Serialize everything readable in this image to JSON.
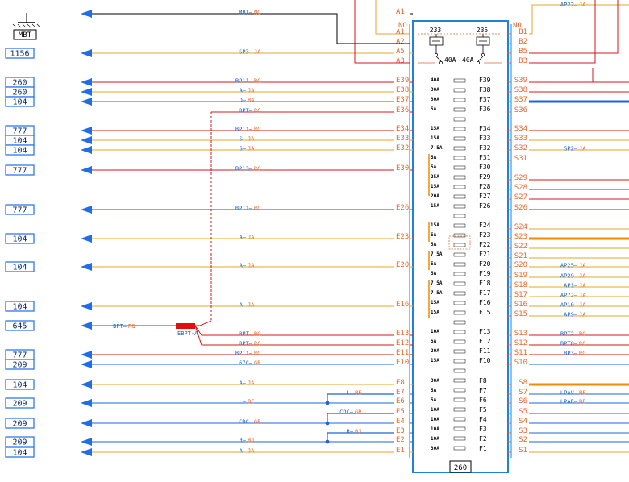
{
  "ground_label": "MBT",
  "left_conn_label": "NO",
  "right_conn_label": "NO",
  "box_label": "260",
  "relays": [
    "233",
    "235"
  ],
  "relay_amps": [
    "40A",
    "40A"
  ],
  "colors": {
    "JA": "#e3a829",
    "RG": "#d01818",
    "BE": "#1d64d8",
    "GR": "#1d64d8",
    "BA": "#1d64d8",
    "BJ": "#1d64d8",
    "NO": "#000000",
    "ORG": "#f08c00",
    "arrow": "#1e6ee8",
    "box": "#1e82dc",
    "pin": "#e6682d"
  },
  "left_refs": [
    {
      "text": "1156",
      "pos": 66
    },
    {
      "text": "260",
      "pos": 102
    },
    {
      "text": "260",
      "pos": 114
    },
    {
      "text": "104",
      "pos": 126
    },
    {
      "text": "777",
      "pos": 162
    },
    {
      "text": "104",
      "pos": 174
    },
    {
      "text": "104",
      "pos": 186
    },
    {
      "text": "777",
      "pos": 211
    },
    {
      "text": "777",
      "pos": 260
    },
    {
      "text": "104",
      "pos": 296
    },
    {
      "text": "104",
      "pos": 331
    },
    {
      "text": "104",
      "pos": 380
    },
    {
      "text": "645",
      "pos": 404
    },
    {
      "text": "777",
      "pos": 440
    },
    {
      "text": "209",
      "pos": 452
    },
    {
      "text": "104",
      "pos": 477
    },
    {
      "text": "209",
      "pos": 500
    },
    {
      "text": "209",
      "pos": 525
    },
    {
      "text": "209",
      "pos": 548
    },
    {
      "text": "104",
      "pos": 561
    }
  ],
  "left_wires": [
    {
      "pos": 17,
      "code": "MBT",
      "color": "NO",
      "pin": "A1",
      "stroke": "NO"
    },
    {
      "pos": 66,
      "code": "SP3",
      "color": "JA",
      "pin": "A5",
      "stroke": "JA"
    },
    {
      "pos": 102,
      "code": "BP11",
      "color": "RG",
      "pin": "E39",
      "stroke": "RG"
    },
    {
      "pos": 114,
      "code": "A",
      "color": "JA",
      "pin": "E38",
      "stroke": "JA"
    },
    {
      "pos": 126,
      "code": "D",
      "color": "BA",
      "pin": "E37",
      "stroke": "BA"
    },
    {
      "pos": 162,
      "code": "BP11",
      "color": "RG",
      "pin": "E34",
      "stroke": "RG"
    },
    {
      "pos": 174,
      "code": "S",
      "color": "JA",
      "pin": "E33",
      "stroke": "JA"
    },
    {
      "pos": 186,
      "code": "S",
      "color": "JA",
      "pin": "E32",
      "stroke": "JA"
    },
    {
      "pos": 211,
      "code": "BP13",
      "color": "RG",
      "pin": "E30",
      "stroke": "RG"
    },
    {
      "pos": 260,
      "code": "BP11",
      "color": "RG",
      "pin": "E26",
      "stroke": "RG"
    },
    {
      "pos": 296,
      "code": "A",
      "color": "JA",
      "pin": "E23",
      "stroke": "JA"
    },
    {
      "pos": 331,
      "code": "A",
      "color": "JA",
      "pin": "E20",
      "stroke": "JA"
    },
    {
      "pos": 380,
      "code": "A",
      "color": "JA",
      "pin": "E16",
      "stroke": "JA"
    },
    {
      "pos": 440,
      "code": "BP11",
      "color": "RG",
      "pin": "E11",
      "stroke": "RG"
    },
    {
      "pos": 452,
      "code": "67C",
      "color": "GR",
      "pin": "E10",
      "stroke": "GR"
    },
    {
      "pos": 477,
      "code": "A",
      "color": "JA",
      "pin": "E8",
      "stroke": "JA"
    },
    {
      "pos": 500,
      "code": "L",
      "color": "BE",
      "pin": "E6",
      "stroke": "BE"
    },
    {
      "pos": 525,
      "code": "CDC",
      "color": "GR",
      "pin": "E4",
      "stroke": "GR"
    },
    {
      "pos": 548,
      "code": "R",
      "color": "BJ",
      "pin": "E2",
      "stroke": "BJ"
    },
    {
      "pos": 561,
      "code": "A",
      "color": "JA",
      "pin": "E1",
      "stroke": "JA"
    }
  ],
  "bpt_wires": [
    {
      "pos": 139,
      "code": "BPT",
      "color": "RG",
      "pin": "E36"
    },
    {
      "pos": 416,
      "code": "BPT",
      "color": "RG",
      "pin": "E13"
    },
    {
      "pos": 428,
      "code": "BPT",
      "color": "RG",
      "pin": "E12"
    }
  ],
  "bpt_source": {
    "code": "BPT",
    "color": "RG",
    "splice": "EBPT-A"
  },
  "loop_wires": [
    {
      "pos": 489,
      "code": "L",
      "color": "BE",
      "pin": "E7"
    },
    {
      "pos": 513,
      "code": "CDC",
      "color": "GR",
      "pin": "E5"
    },
    {
      "pos": 537,
      "code": "R",
      "color": "BJ",
      "pin": "E3"
    }
  ],
  "upper_left_pins": [
    {
      "pin": "A2",
      "pos": 54
    },
    {
      "pin": "A3",
      "pos": 78
    }
  ],
  "right_pins": [
    {
      "pin": "B1",
      "pos": 42
    },
    {
      "pin": "B2",
      "pos": 54
    },
    {
      "pin": "B5",
      "pos": 66
    },
    {
      "pin": "B3",
      "pos": 78
    },
    {
      "pin": "S39",
      "pos": 102
    },
    {
      "pin": "S38",
      "pos": 114
    },
    {
      "pin": "S37",
      "pos": 126
    },
    {
      "pin": "S36",
      "pos": 139
    },
    {
      "pin": "S34",
      "pos": 162
    },
    {
      "pin": "S33",
      "pos": 174
    },
    {
      "pin": "S32",
      "pos": 186
    },
    {
      "pin": "S31",
      "pos": 199
    },
    {
      "pin": "S29",
      "pos": 223
    },
    {
      "pin": "S28",
      "pos": 235
    },
    {
      "pin": "S27",
      "pos": 247
    },
    {
      "pin": "S26",
      "pos": 260
    },
    {
      "pin": "S24",
      "pos": 284
    },
    {
      "pin": "S23",
      "pos": 296
    },
    {
      "pin": "S22",
      "pos": 308
    },
    {
      "pin": "S21",
      "pos": 320
    },
    {
      "pin": "S20",
      "pos": 331
    },
    {
      "pin": "S19",
      "pos": 344
    },
    {
      "pin": "S18",
      "pos": 356
    },
    {
      "pin": "S17",
      "pos": 368
    },
    {
      "pin": "S16",
      "pos": 380
    },
    {
      "pin": "S15",
      "pos": 392
    },
    {
      "pin": "S13",
      "pos": 416
    },
    {
      "pin": "S12",
      "pos": 428
    },
    {
      "pin": "S11",
      "pos": 440
    },
    {
      "pin": "S10",
      "pos": 452
    },
    {
      "pin": "S8",
      "pos": 477
    },
    {
      "pin": "S7",
      "pos": 489
    },
    {
      "pin": "S6",
      "pos": 500
    },
    {
      "pin": "S5",
      "pos": 513
    },
    {
      "pin": "S4",
      "pos": 525
    },
    {
      "pin": "S3",
      "pos": 537
    },
    {
      "pin": "S2",
      "pos": 548
    },
    {
      "pin": "S1",
      "pos": 561
    }
  ],
  "right_wires": [
    {
      "pos": 186,
      "code": "SP2",
      "color": "JA"
    },
    {
      "pos": 331,
      "code": "AP25",
      "color": "JA"
    },
    {
      "pos": 344,
      "code": "AP29",
      "color": "JA"
    },
    {
      "pos": 356,
      "code": "AP1",
      "color": "JA"
    },
    {
      "pos": 368,
      "code": "AP72",
      "color": "JA"
    },
    {
      "pos": 380,
      "code": "AP10",
      "color": "JA"
    },
    {
      "pos": 392,
      "code": "AP9",
      "color": "JA"
    },
    {
      "pos": 416,
      "code": "BPT2",
      "color": "RG"
    },
    {
      "pos": 428,
      "code": "BPT8",
      "color": "RG"
    },
    {
      "pos": 440,
      "code": "BP3",
      "color": "RG"
    },
    {
      "pos": 489,
      "code": "LPAV",
      "color": "BE"
    },
    {
      "pos": 500,
      "code": "LPAR",
      "color": "BE"
    }
  ],
  "top_right_wire": {
    "code": "AP22",
    "color": "JA"
  },
  "fuses": [
    {
      "name": "F39",
      "amp": "40A",
      "pos": 99
    },
    {
      "name": "F38",
      "amp": "30A",
      "pos": 111
    },
    {
      "name": "F37",
      "amp": "30A",
      "pos": 123
    },
    {
      "name": "F36",
      "amp": "5A",
      "pos": 135
    },
    {
      "name": "F34",
      "amp": "15A",
      "pos": 159
    },
    {
      "name": "F33",
      "amp": "15A",
      "pos": 171
    },
    {
      "name": "F32",
      "amp": "7.5A",
      "pos": 183
    },
    {
      "name": "F31",
      "amp": "5A",
      "pos": 195
    },
    {
      "name": "F30",
      "amp": "5A",
      "pos": 207
    },
    {
      "name": "F29",
      "amp": "25A",
      "pos": 219
    },
    {
      "name": "F28",
      "amp": "15A",
      "pos": 231
    },
    {
      "name": "F27",
      "amp": "20A",
      "pos": 243
    },
    {
      "name": "F26",
      "amp": "15A",
      "pos": 255
    },
    {
      "name": "F24",
      "amp": "15A",
      "pos": 279
    },
    {
      "name": "F23",
      "amp": "5A",
      "pos": 291
    },
    {
      "name": "F22",
      "amp": "5A",
      "pos": 303
    },
    {
      "name": "F21",
      "amp": "7.5A",
      "pos": 315
    },
    {
      "name": "F20",
      "amp": "5A",
      "pos": 327
    },
    {
      "name": "F19",
      "amp": "5A",
      "pos": 339
    },
    {
      "name": "F18",
      "amp": "7.5A",
      "pos": 351
    },
    {
      "name": "F17",
      "amp": "7.5A",
      "pos": 363
    },
    {
      "name": "F16",
      "amp": "15A",
      "pos": 375
    },
    {
      "name": "F15",
      "amp": "15A",
      "pos": 387
    },
    {
      "name": "F13",
      "amp": "10A",
      "pos": 411
    },
    {
      "name": "F12",
      "amp": "5A",
      "pos": 423
    },
    {
      "name": "F11",
      "amp": "20A",
      "pos": 435
    },
    {
      "name": "F10",
      "amp": "15A",
      "pos": 447
    },
    {
      "name": "F8",
      "amp": "30A",
      "pos": 472
    },
    {
      "name": "F7",
      "amp": "5A",
      "pos": 484
    },
    {
      "name": "F6",
      "amp": "5A",
      "pos": 496
    },
    {
      "name": "F5",
      "amp": "10A",
      "pos": 508
    },
    {
      "name": "F4",
      "amp": "10A",
      "pos": 520
    },
    {
      "name": "F3",
      "amp": "10A",
      "pos": 532
    },
    {
      "name": "F2",
      "amp": "10A",
      "pos": 544
    },
    {
      "name": "F1",
      "amp": "30A",
      "pos": 556
    }
  ]
}
